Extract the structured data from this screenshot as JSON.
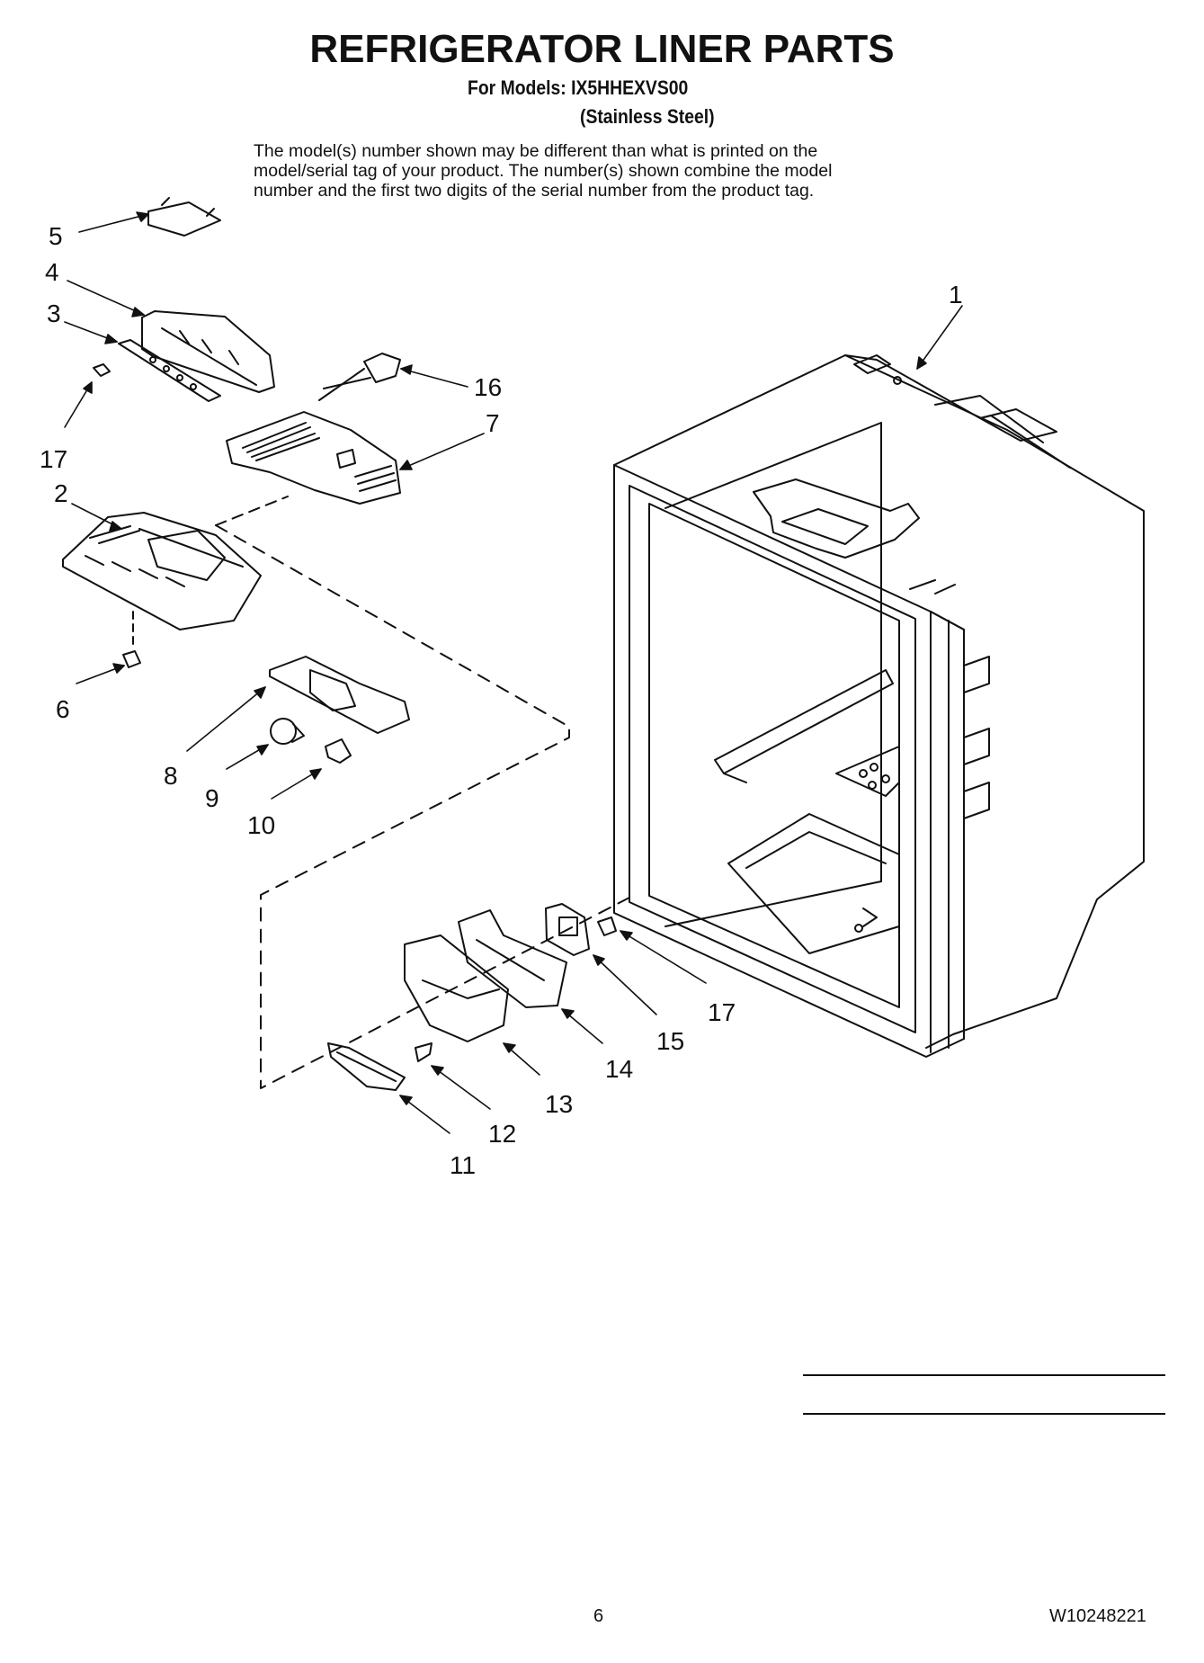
{
  "header": {
    "title": "REFRIGERATOR LINER PARTS",
    "models_line": "For Models: IX5HHEXVS00",
    "finish_line": "(Stainless Steel)"
  },
  "notice": {
    "line1": "The model(s) number shown may be different than what is printed on the",
    "line2": "model/serial tag of your product. The number(s) shown combine the model",
    "line3": "number and the first two digits of the serial number from the product tag."
  },
  "callouts": {
    "c1": "1",
    "c2": "2",
    "c3": "3",
    "c4": "4",
    "c5": "5",
    "c6": "6",
    "c7": "7",
    "c8": "8",
    "c9": "9",
    "c10": "10",
    "c11": "11",
    "c12": "12",
    "c13": "13",
    "c14": "14",
    "c15": "15",
    "c16": "16",
    "c17a": "17",
    "c17b": "17"
  },
  "footer": {
    "page_number": "6",
    "document_number": "W10248221"
  }
}
